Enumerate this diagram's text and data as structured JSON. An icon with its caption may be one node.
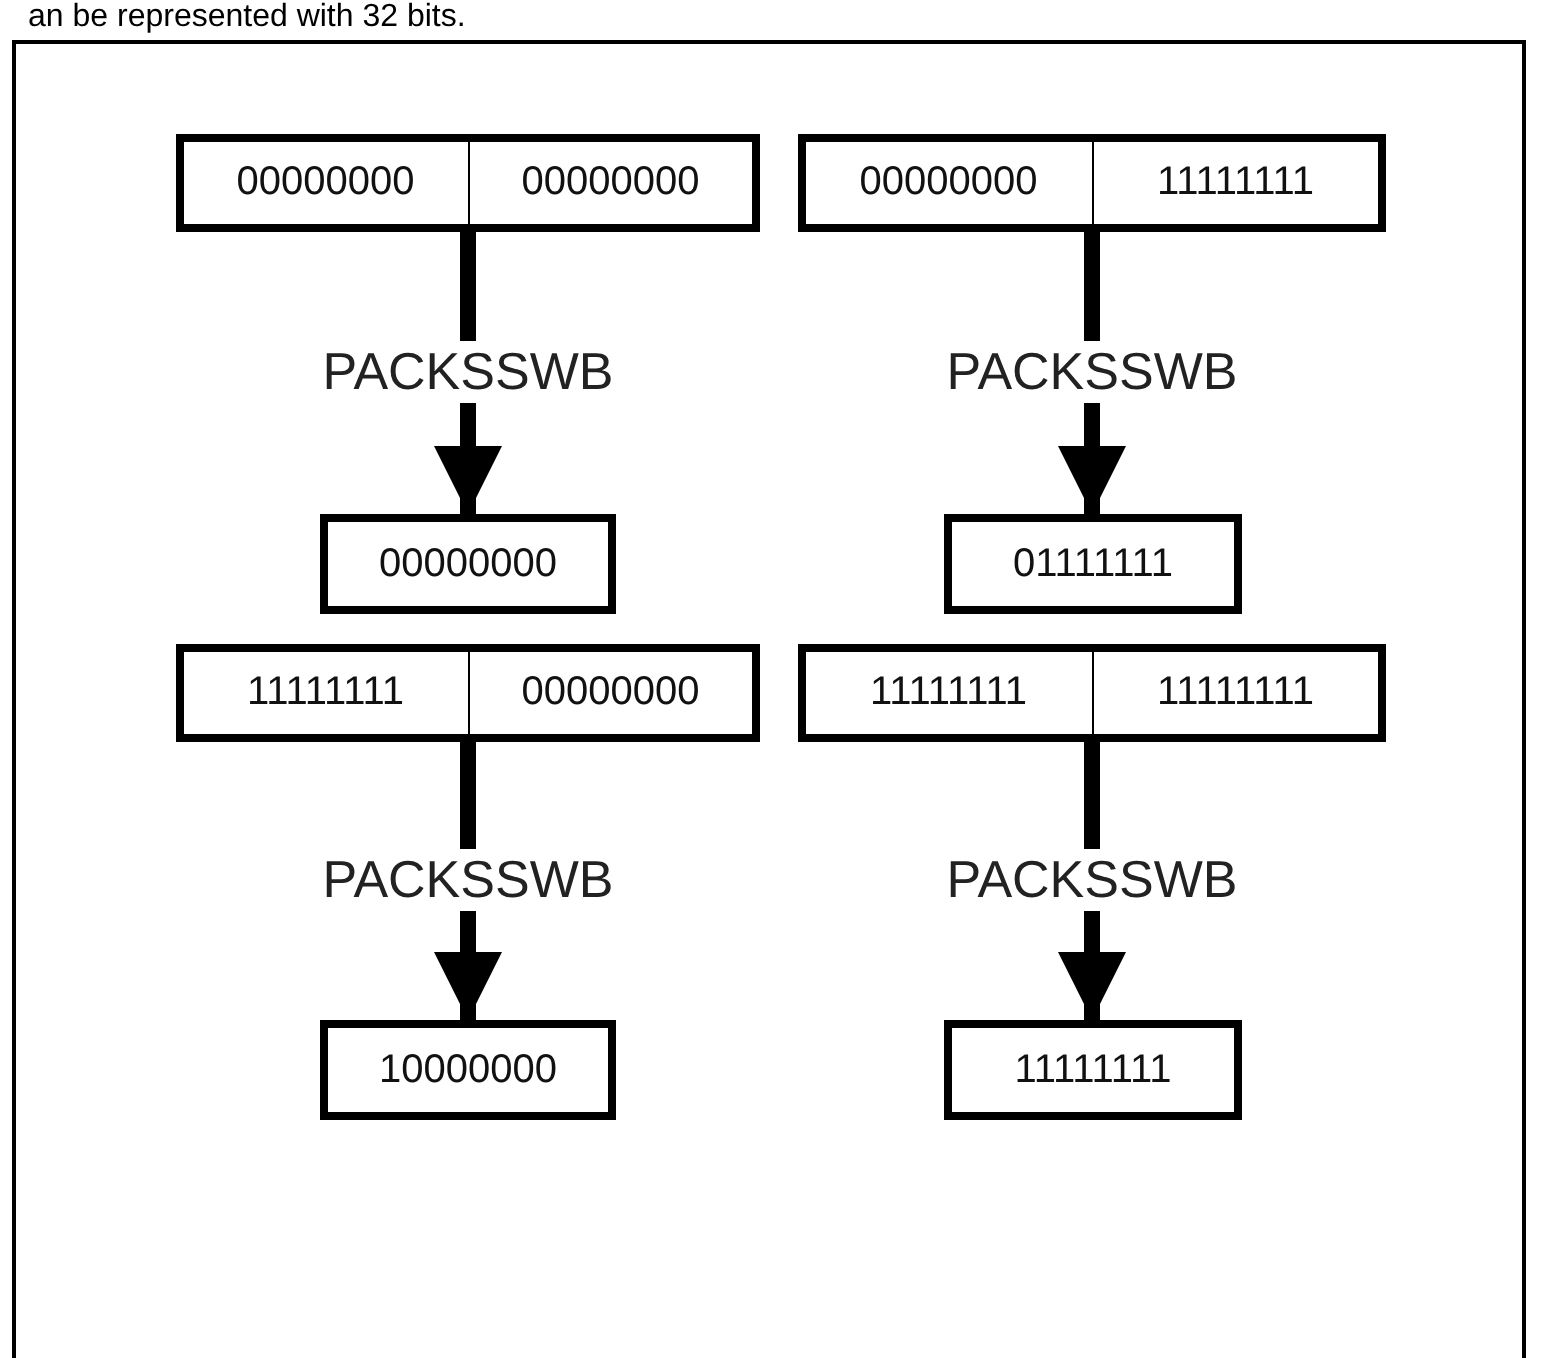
{
  "diagram": {
    "nodes": [
      {
        "text": [
          "00000000",
          "00000000"
        ]
      },
      {
        "text": [
          "00000000",
          "11111111"
        ]
      },
      {
        "text": [
          "00000000"
        ]
      },
      {
        "text": [
          "01111111"
        ]
      },
      {
        "text": [
          "11111111",
          "00000000"
        ]
      },
      {
        "text": [
          "11111111",
          "11111111"
        ]
      },
      {
        "text": [
          "10000000"
        ]
      },
      {
        "text": [
          "11111111"
        ]
      }
    ],
    "edges": [
      {
        "from": 0,
        "to": 2,
        "arrow": "to",
        "label": "PACKSSWB"
      },
      {
        "from": 1,
        "to": 3,
        "arrow": "to",
        "label": "PACKSSWB"
      },
      {
        "from": 4,
        "to": 6,
        "arrow": "to",
        "label": "PACKSSWB"
      },
      {
        "from": 5,
        "to": 7,
        "arrow": "to",
        "label": "PACKSSWB"
      }
    ],
    "labels": [
      "an be represented with 32 bits."
    ]
  }
}
